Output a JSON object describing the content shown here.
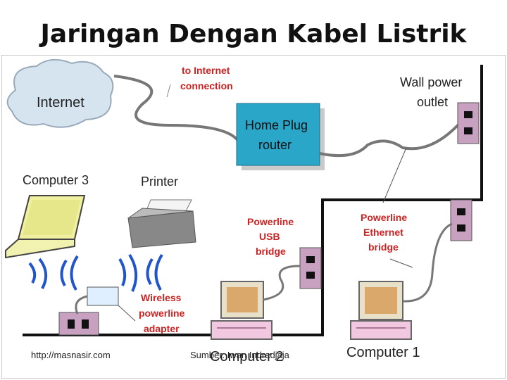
{
  "title": "Jaringan Dengan Kabel Listrik",
  "labels": {
    "internet": "Internet",
    "to_internet": [
      "to Internet",
      "connection"
    ],
    "homeplug": [
      "Home Plug",
      "router"
    ],
    "wall_outlet": [
      "Wall power",
      "outlet"
    ],
    "computer3": "Computer 3",
    "printer": "Printer",
    "usb_bridge": [
      "Powerline",
      "USB",
      "bridge"
    ],
    "eth_bridge": [
      "Powerline",
      "Ethernet",
      "bridge"
    ],
    "wireless": [
      "Wireless",
      "powerline",
      "adapter"
    ],
    "computer2": "Computer 2",
    "computer1": "Computer 1"
  },
  "footer": {
    "left": "http://masnasir.com",
    "center": "Sumber: Iwan Indradjaja"
  },
  "colors": {
    "red_label": "#cc2222",
    "router": "#2aa6c8",
    "outlet": "#c8a0c0",
    "cloud": "#d6e4f0",
    "wire": "#111111",
    "cable": "#777777"
  }
}
